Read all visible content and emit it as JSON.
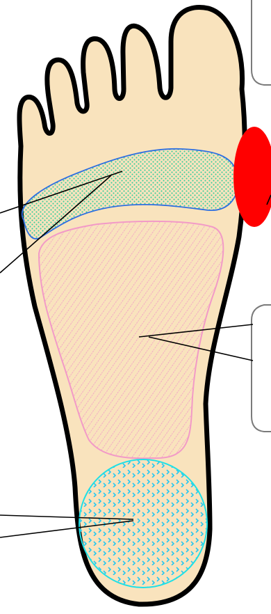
{
  "diagram": {
    "subject": "sole-of-foot-regions",
    "colors": {
      "skin": "#f9e3bd",
      "outline": "#000000",
      "ball_stroke": "#2f6fe0",
      "ball_dot": "#3fcfa0",
      "arch_stroke": "#f29ac7",
      "arch_hatch": "#f29ac7",
      "heel_stroke": "#1fe0e6",
      "heel_mark": "#27c7f0",
      "bunion_red": "#ff0000",
      "callout_stroke": "#7a7a7a"
    },
    "regions": [
      {
        "id": "ball",
        "pattern": "dots"
      },
      {
        "id": "arch",
        "pattern": "diagonal-hatch"
      },
      {
        "id": "heel",
        "pattern": "chevrons"
      },
      {
        "id": "bunion",
        "pattern": "solid"
      }
    ]
  }
}
